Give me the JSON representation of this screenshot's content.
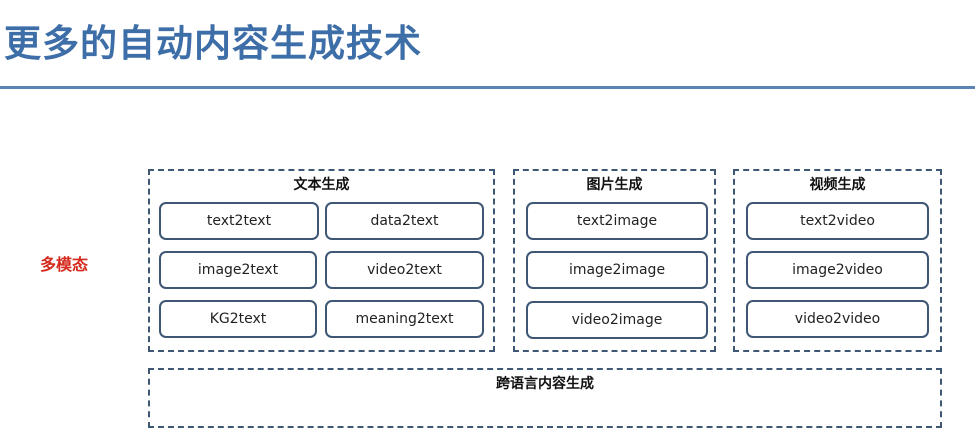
{
  "title": "更多的自动内容生成技术",
  "side_label": "多模态",
  "groups": {
    "text": {
      "title": "文本生成",
      "items": [
        "text2text",
        "data2text",
        "image2text",
        "video2text",
        "KG2text",
        "meaning2text"
      ]
    },
    "image": {
      "title": "图片生成",
      "items": [
        "text2image",
        "image2image",
        "video2image"
      ]
    },
    "video": {
      "title": "视频生成",
      "items": [
        "text2video",
        "image2video",
        "video2video"
      ]
    },
    "cross": {
      "title": "跨语言内容生成"
    }
  },
  "colors": {
    "title": "#3d6ea8",
    "rule": "#5b84b5",
    "border": "#3e5775",
    "side_label": "#d52b1e"
  }
}
